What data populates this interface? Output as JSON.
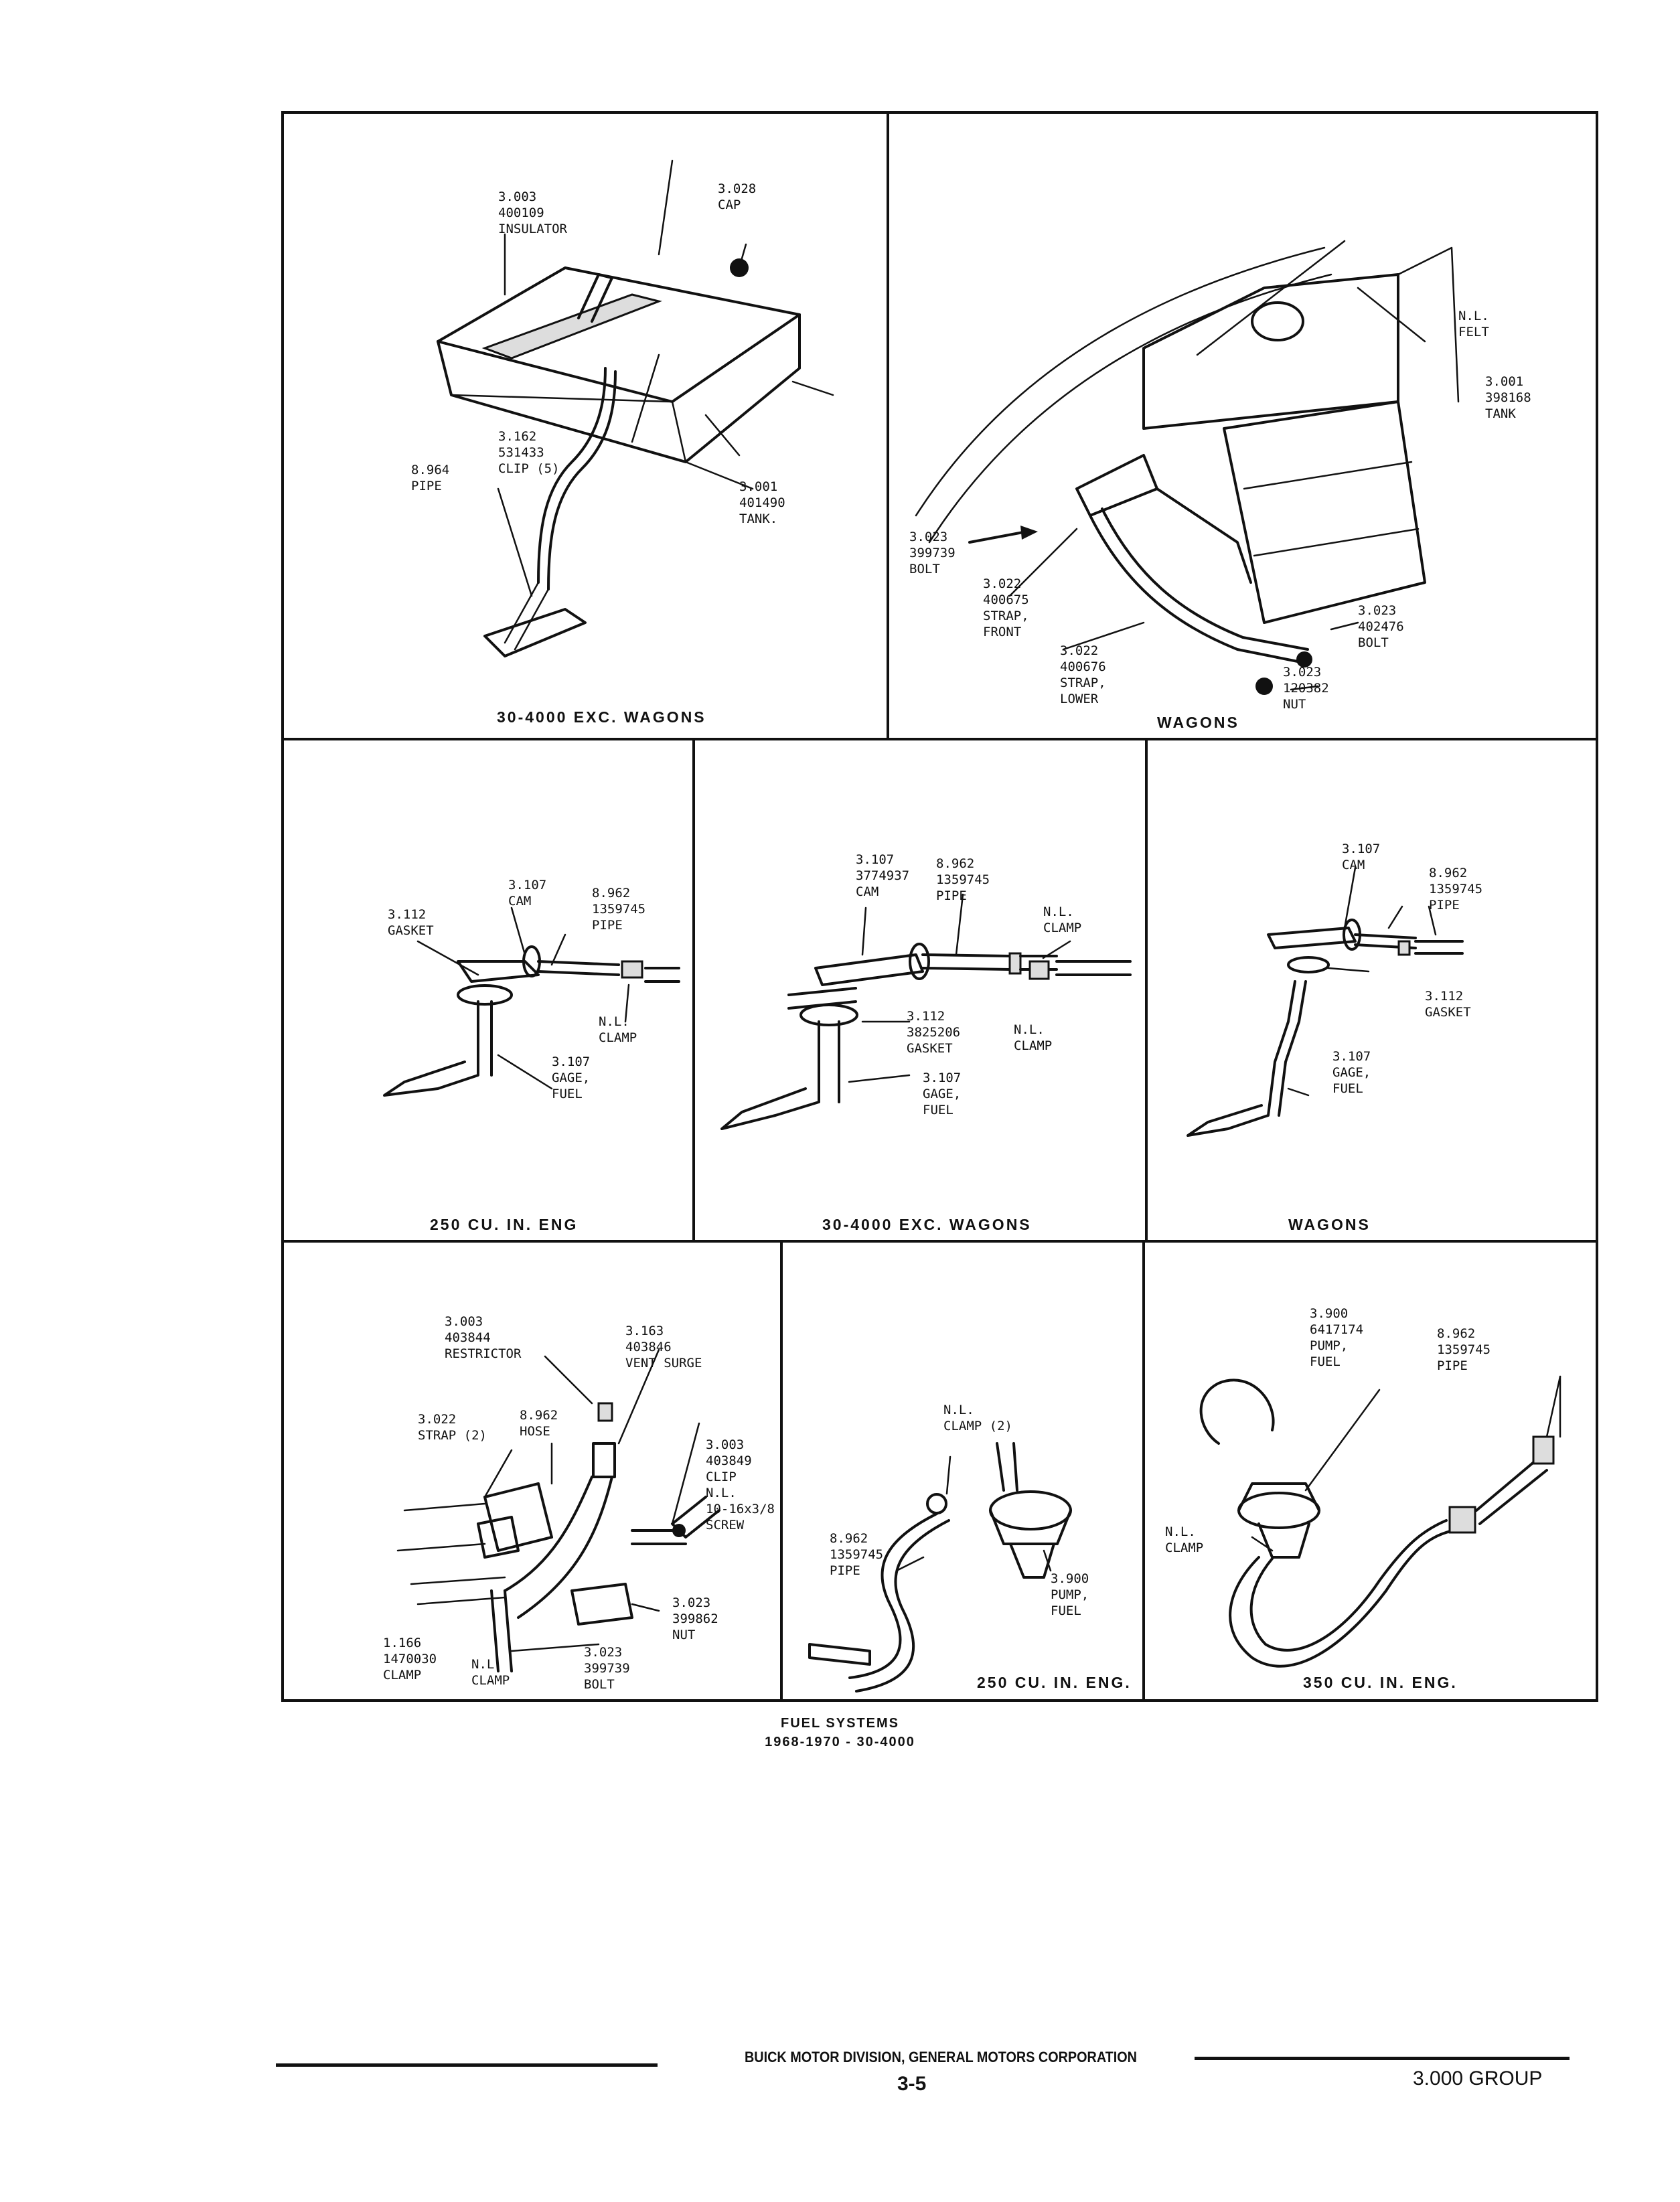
{
  "panels": {
    "p1": {
      "caption": "30-4000 EXC. WAGONS",
      "labels": {
        "insulator": "3.003\n400109\nINSULATOR",
        "cap": "3.028\nCAP",
        "clip": "3.162\n531433\nCLIP (5)",
        "pipe": "8.964\nPIPE",
        "tank": "3.001\n401490\nTANK."
      }
    },
    "p2": {
      "caption": "WAGONS",
      "labels": {
        "felt": "N.L.\nFELT",
        "tank": "3.001\n398168\nTANK",
        "bolt_left": "3.023\n399739\nBOLT",
        "strap_front": "3.022\n400675\nSTRAP,\nFRONT",
        "strap_lower": "3.022\n400676\nSTRAP,\nLOWER",
        "bolt_right": "3.023\n402476\nBOLT",
        "nut": "3.023\n120382\nNUT"
      }
    },
    "p3": {
      "caption": "250 CU. IN. ENG",
      "labels": {
        "gasket": "3.112\nGASKET",
        "cam": "3.107\nCAM",
        "pipe": "8.962\n1359745\nPIPE",
        "clamp": "N.L.\nCLAMP",
        "gage": "3.107\nGAGE,\nFUEL"
      }
    },
    "p4": {
      "caption": "30-4000 EXC. WAGONS",
      "labels": {
        "cam": "3.107\n3774937\nCAM",
        "pipe": "8.962\n1359745\nPIPE",
        "clamp_top": "N.L.\nCLAMP",
        "gasket": "3.112\n3825206\nGASKET",
        "clamp_bottom": "N.L.\nCLAMP",
        "gage": "3.107\nGAGE,\nFUEL"
      }
    },
    "p5": {
      "caption": "WAGONS",
      "labels": {
        "cam": "3.107\nCAM",
        "pipe": "8.962\n1359745\nPIPE",
        "gasket": "3.112\nGASKET",
        "gage": "3.107\nGAGE,\nFUEL"
      }
    },
    "p6": {
      "caption": "",
      "labels": {
        "restrictor": "3.003\n403844\nRESTRICTOR",
        "vent": "3.163\n403846\nVENT SURGE",
        "strap": "3.022\nSTRAP (2)",
        "hose": "8.962\nHOSE",
        "clip": "3.003\n403849\nCLIP",
        "screw": "N.L.\n10-16x3/8\nSCREW",
        "nut": "3.023\n399862\nNUT",
        "bolt": "3.023\n399739\nBOLT",
        "clamp_166": "1.166\n1470030\nCLAMP",
        "clamp_nl": "N.L.\nCLAMP"
      }
    },
    "p7": {
      "caption": "250 CU. IN. ENG.",
      "labels": {
        "clamp": "N.L.\nCLAMP (2)",
        "pipe": "8.962\n1359745\nPIPE",
        "pump": "3.900\nPUMP,\nFUEL"
      }
    },
    "p8": {
      "caption": "350 CU. IN. ENG.",
      "labels": {
        "pump": "3.900\n6417174\nPUMP,\nFUEL",
        "pipe": "8.962\n1359745\nPIPE",
        "clamp": "N.L.\nCLAMP"
      }
    }
  },
  "figure_title": {
    "line1": "FUEL SYSTEMS",
    "line2": "1968-1970 - 30-4000"
  },
  "footer": {
    "company": "BUICK MOTOR DIVISION, GENERAL MOTORS CORPORATION",
    "page": "3-5",
    "group": "3.000 GROUP"
  }
}
